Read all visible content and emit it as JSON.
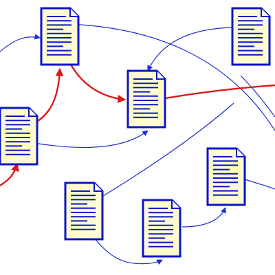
{
  "diagram": {
    "colors": {
      "background": "#ffffff",
      "document_fill": "#fffccf",
      "document_outline": "#0b14c8",
      "link_normal": "#1a2bd8",
      "link_highlighted": "#e01818"
    },
    "nodes": [
      {
        "id": "doc-a",
        "icon": "document-icon"
      },
      {
        "id": "doc-b",
        "icon": "document-icon"
      },
      {
        "id": "doc-c",
        "icon": "document-icon"
      },
      {
        "id": "doc-d",
        "icon": "document-icon"
      },
      {
        "id": "doc-e",
        "icon": "document-icon"
      },
      {
        "id": "doc-f",
        "icon": "document-icon"
      },
      {
        "id": "doc-g",
        "icon": "document-icon"
      }
    ],
    "links": [
      {
        "from": "offscreen-left",
        "to": "doc-a",
        "style": "normal"
      },
      {
        "from": "doc-a",
        "to": "offscreen-right",
        "style": "normal"
      },
      {
        "from": "doc-a",
        "to": "doc-c",
        "style": "highlighted"
      },
      {
        "from": "doc-b",
        "to": "doc-c",
        "style": "normal"
      },
      {
        "from": "doc-b",
        "to": "doc-g",
        "style": "normal"
      },
      {
        "from": "doc-c",
        "to": "offscreen-right",
        "style": "highlighted"
      },
      {
        "from": "doc-d",
        "to": "doc-a",
        "style": "highlighted"
      },
      {
        "from": "doc-d",
        "to": "doc-c",
        "style": "normal"
      },
      {
        "from": "offscreen-left",
        "to": "doc-d",
        "style": "highlighted"
      },
      {
        "from": "doc-e",
        "to": "offscreen-right",
        "style": "normal"
      },
      {
        "from": "doc-f",
        "to": "doc-g",
        "style": "normal"
      },
      {
        "from": "doc-g",
        "to": "offscreen-right",
        "style": "normal"
      },
      {
        "from": "doc-e",
        "to": "doc-f",
        "style": "normal"
      }
    ]
  }
}
